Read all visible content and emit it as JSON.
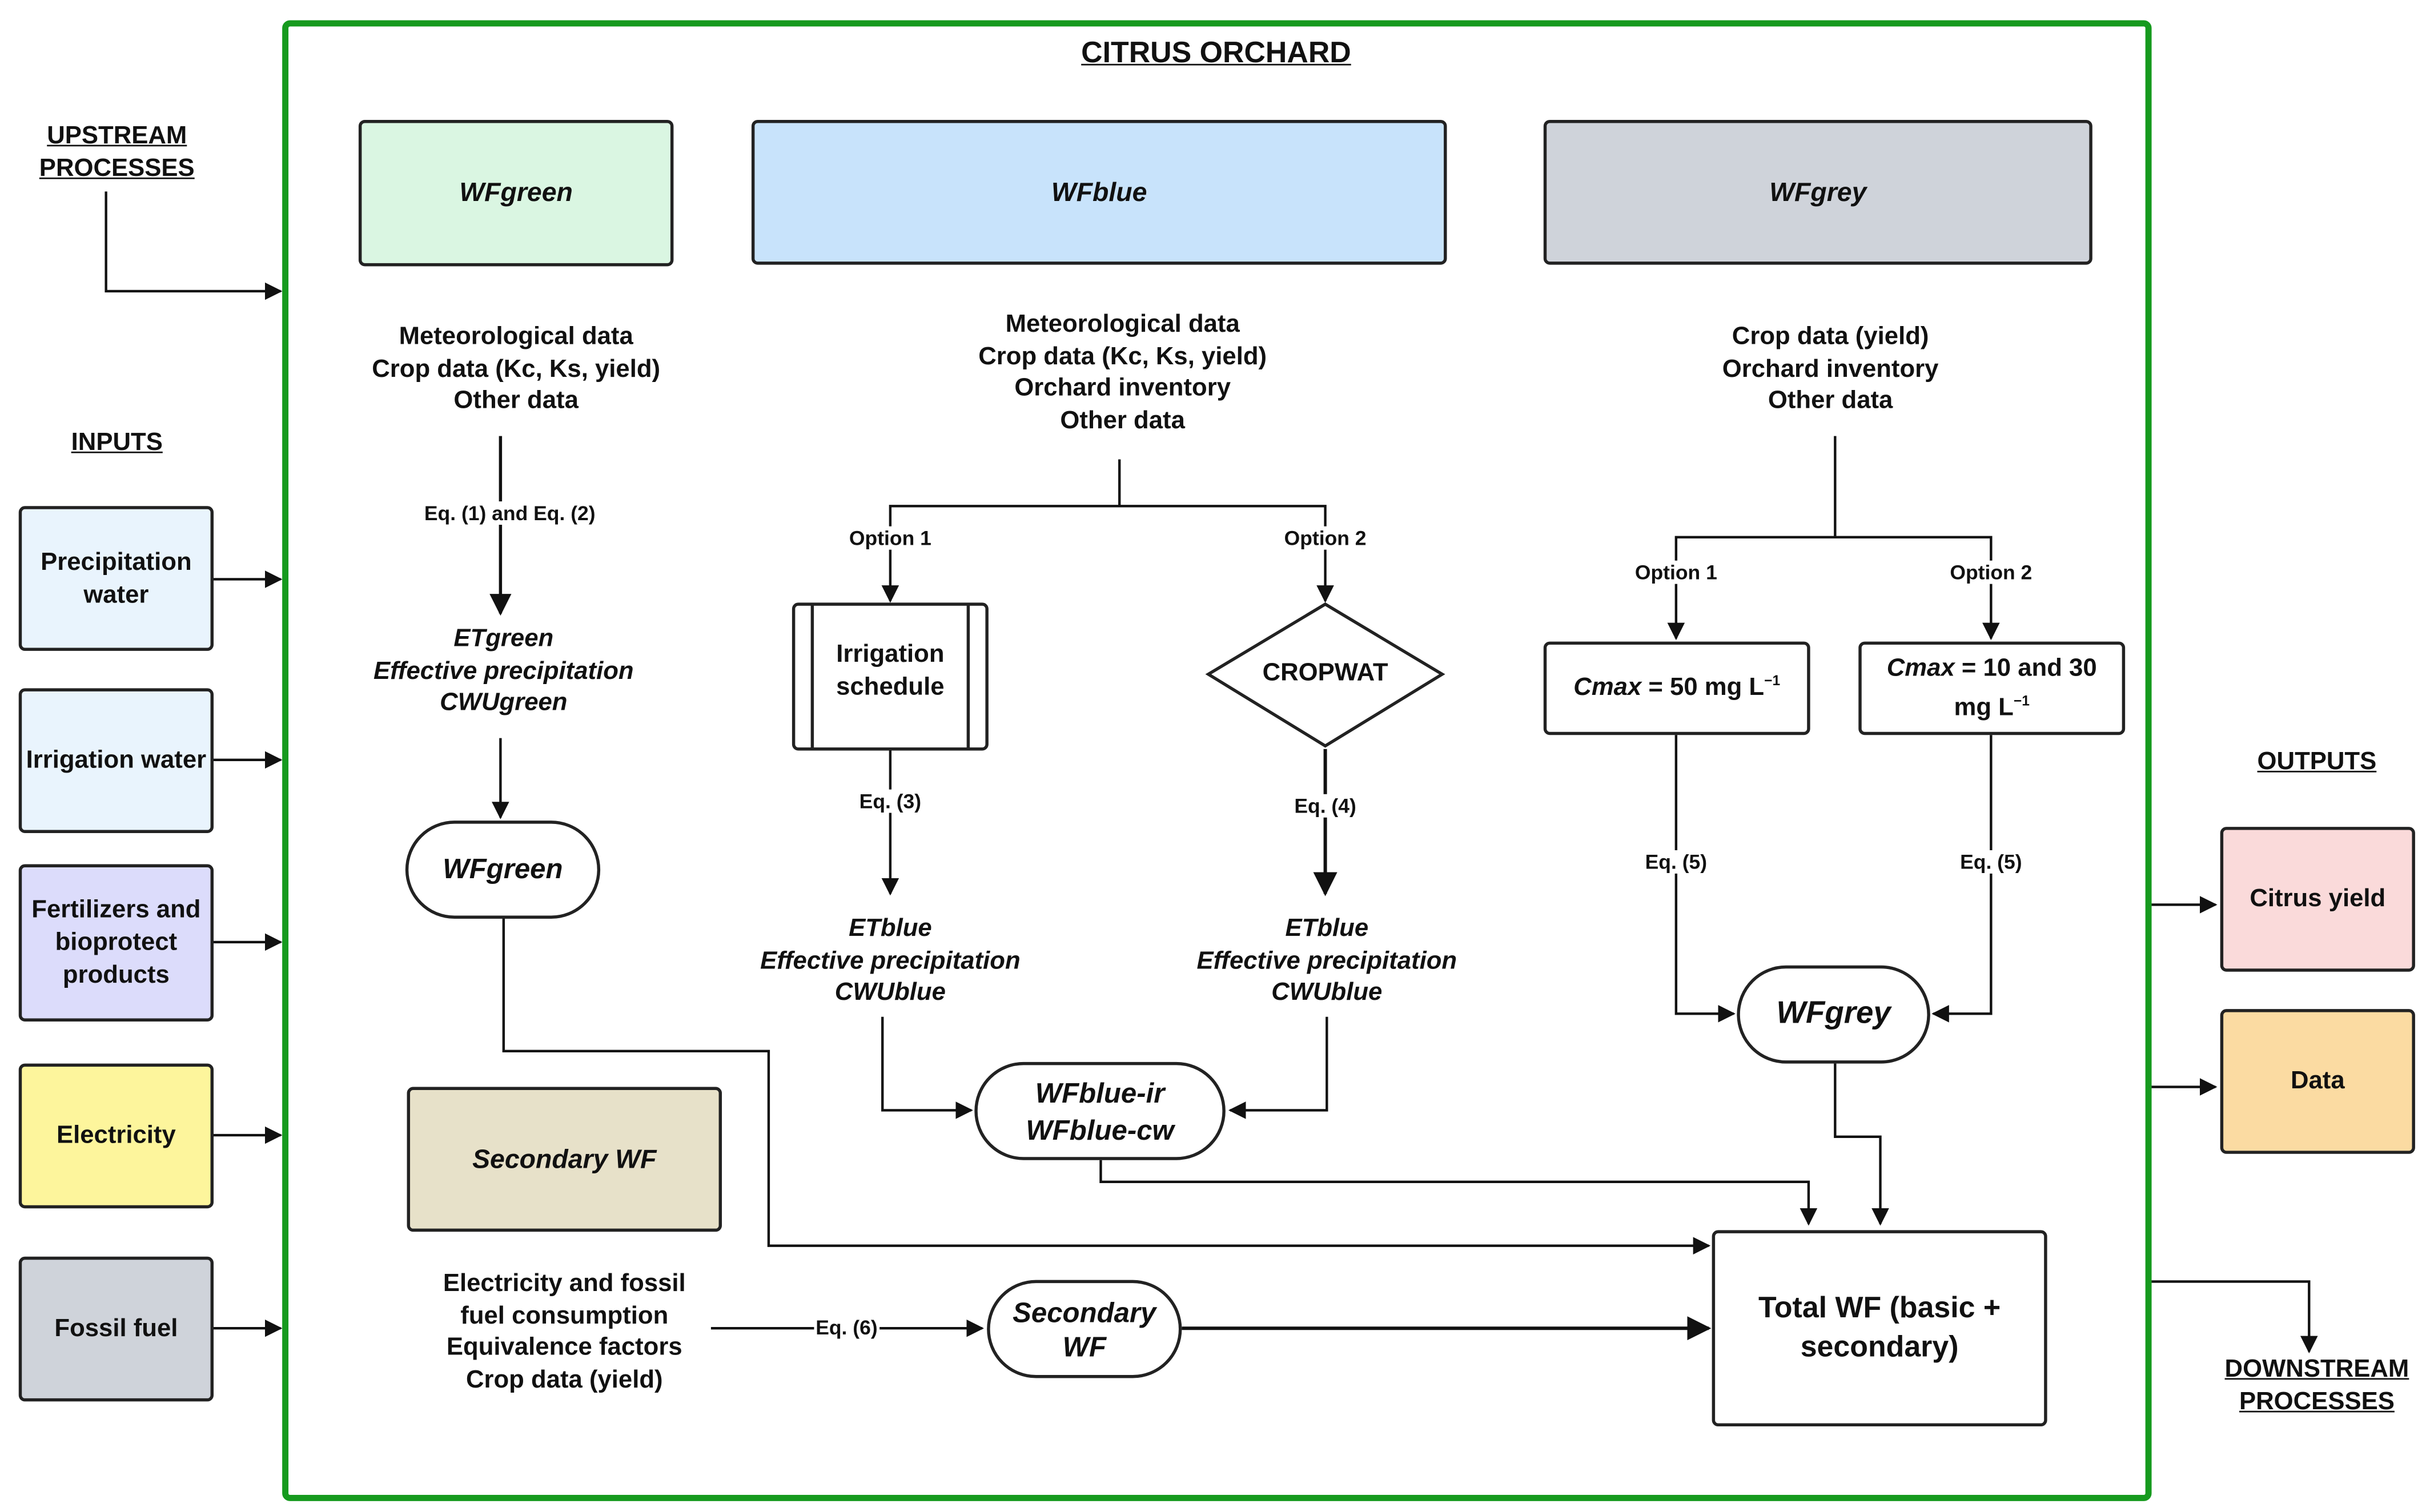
{
  "title": "CITRUS ORCHARD",
  "side_labels": {
    "upstream": "UPSTREAM\nPROCESSES",
    "inputs": "INPUTS",
    "outputs": "OUTPUTS",
    "downstream": "DOWNSTREAM\nPROCESSES"
  },
  "inputs": [
    "Precipitation water",
    "Irrigation water",
    "Fertilizers and bioprotect products",
    "Electricity",
    "Fossil fuel"
  ],
  "outputs": [
    "Citrus yield",
    "Data"
  ],
  "headers": {
    "green": "WFgreen",
    "blue": "WFblue",
    "grey": "WFgrey",
    "secondary": "Secondary WF"
  },
  "green": {
    "data": "Meteorological data\nCrop data (Kc, Ks, yield)\nOther data",
    "eq": "Eq. (1) and Eq. (2)",
    "results": "ETgreen\nEffective precipitation\nCWUgreen",
    "node": "WFgreen"
  },
  "blue": {
    "data": "Meteorological data\nCrop data (Kc, Ks, yield)\nOrchard inventory\nOther data",
    "option1": "Option 1",
    "option2": "Option 2",
    "process": "Irrigation\nschedule",
    "decision": "CROPWAT",
    "eq1": "Eq. (3)",
    "eq2": "Eq. (4)",
    "results1": "ETblue\nEffective precipitation\nCWUblue",
    "results2": "ETblue\nEffective precipitation\nCWUblue",
    "node": "WFblue-ir\nWFblue-cw"
  },
  "grey": {
    "data": "Crop data (yield)\nOrchard inventory\nOther data",
    "option1": "Option 1",
    "option2": "Option 2",
    "cmax1_var": "Cmax",
    "cmax1_val": " = 50 mg L",
    "cmax2_var": "Cmax",
    "cmax2_val": " = 10 and 30\nmg L",
    "exponent": "−1",
    "eq1": "Eq. (5)",
    "eq2": "Eq. (5)",
    "node": "WFgrey"
  },
  "secondary": {
    "data": "Electricity and fossil\nfuel consumption\nEquivalence factors\nCrop data (yield)",
    "eq": "Eq. (6)",
    "node": "Secondary\nWF"
  },
  "total": "Total WF (basic +\nsecondary)",
  "colors": {
    "frame": "#169a1e",
    "wf_green_fill": "#daf6e2",
    "wf_blue_fill": "#c8e3fb",
    "wf_grey_fill": "#cfd3da",
    "secondary_fill": "#e7e1c9",
    "input_blue": "#e9f4fd",
    "input_purple": "#dcdcfb",
    "input_yellow": "#fdf59c",
    "input_grey": "#cfd3da",
    "output_pink": "#fadada",
    "output_orange": "#fbdba2"
  },
  "icons": [
    "arrow-icon",
    "diamond-decision-shape",
    "process-box-shape"
  ]
}
